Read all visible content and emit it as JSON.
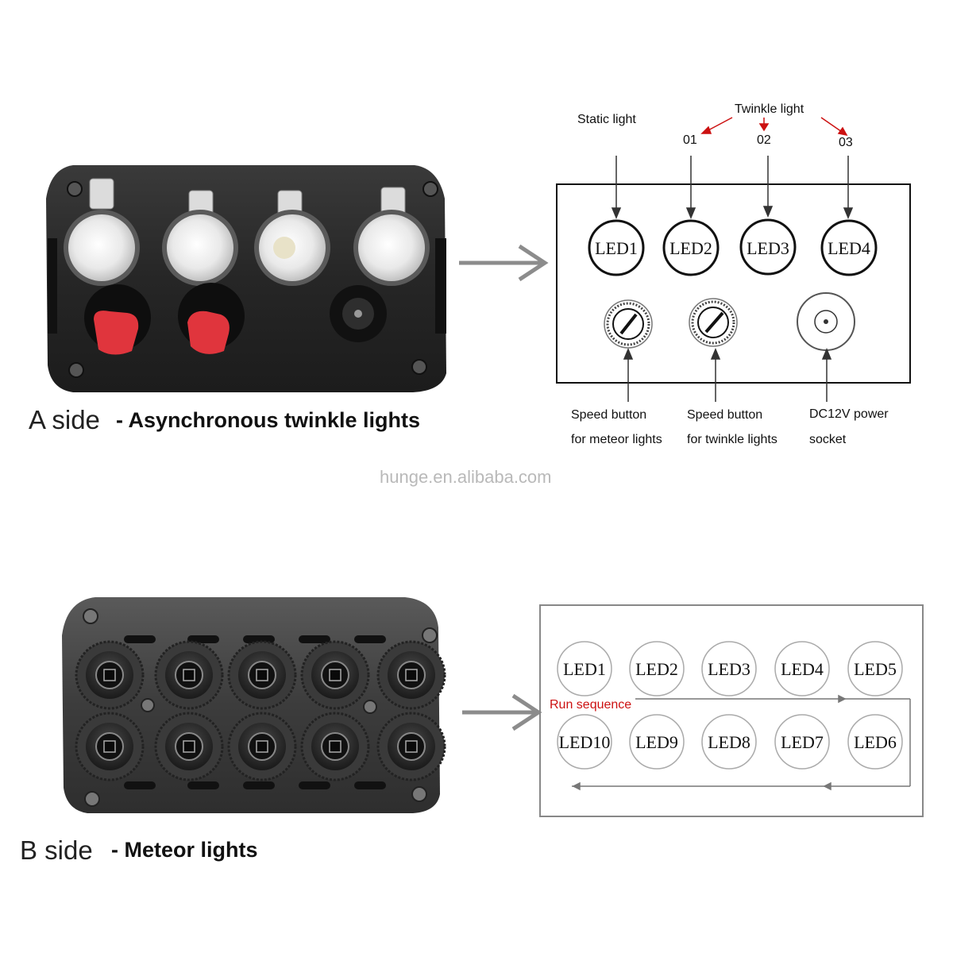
{
  "a_side": {
    "caption_side": "A side",
    "caption_title": "- Asynchronous twinkle lights",
    "diagram": {
      "static_light": "Static light",
      "twinkle_light": "Twinkle light",
      "twinkle_numbers": [
        "01",
        "02",
        "03"
      ],
      "leds": [
        "LED1",
        "LED2",
        "LED3",
        "LED4"
      ],
      "speed_meteor": [
        "Speed button",
        "for meteor lights"
      ],
      "speed_twinkle": [
        "Speed button",
        "for twinkle lights"
      ],
      "power": [
        "DC12V power",
        "socket"
      ]
    }
  },
  "b_side": {
    "caption_side": "B side",
    "caption_title": "- Meteor lights",
    "diagram": {
      "top_row": [
        "LED1",
        "LED2",
        "LED3",
        "LED4",
        "LED5"
      ],
      "bottom_row": [
        "LED10",
        "LED9",
        "LED8",
        "LED7",
        "LED6"
      ],
      "run_sequence": "Run sequence"
    }
  },
  "watermark": "hunge.en.alibaba.com",
  "colors": {
    "accent_red": "#cc1111",
    "device_body": "#2a2a2a",
    "knob_red": "#e0353d",
    "arrow_gray": "#8c8c8c"
  }
}
